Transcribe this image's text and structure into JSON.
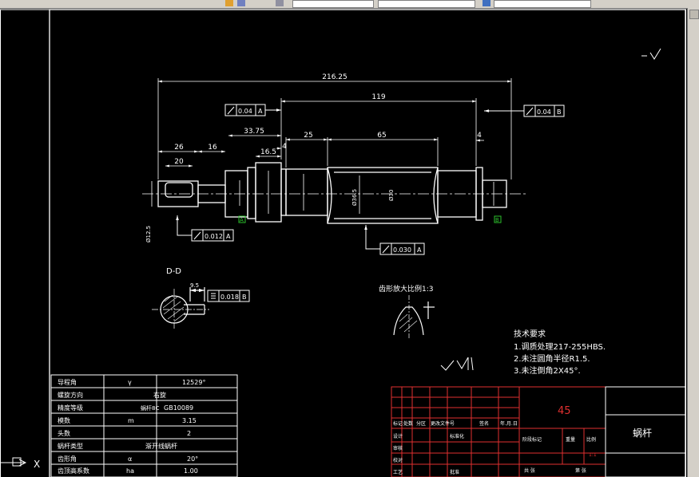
{
  "dims": {
    "overall": "216.25",
    "d119": "119",
    "d33_75": "33.75",
    "d16_5": "16.5",
    "d26": "26",
    "d16": "16",
    "d20": "20",
    "d25": "25",
    "d65": "65",
    "d4a": "4",
    "d4b": "4",
    "dia_thread": "Ø36.5",
    "dia_gear": "Ø30",
    "dia_left": "Ø12.5"
  },
  "tolerances": {
    "tol_top_left": "0.04",
    "tol_top_left_ref": "A",
    "tol_top_right": "0.04",
    "tol_top_right_ref": "B",
    "tol_key": "0.012",
    "tol_key_ref": "A",
    "tol_bottom": "0.030",
    "tol_bottom_ref": "A",
    "tol_dd": "0.018",
    "tol_dd_ref": "B"
  },
  "datums": {
    "a": "A",
    "b": "B"
  },
  "section": {
    "label": "D-D",
    "dim": "9.5",
    "detail_label": "齿形放大比例1:3",
    "cut_label": "D"
  },
  "notes": {
    "title": "技术要求",
    "items": [
      "1.调质处理217-255HBS.",
      "2.未注圆角半径R1.5.",
      "3.未注倒角2X45°."
    ]
  },
  "params": {
    "rows": [
      {
        "label": "导程角",
        "sym": "γ",
        "val": "12529°"
      },
      {
        "label": "螺旋方向",
        "sym": "",
        "val": "右旋"
      },
      {
        "label": "精度等级",
        "sym": "蜗杆8C",
        "val": "GB10089"
      },
      {
        "label": "模数",
        "sym": "m",
        "val": "3.15"
      },
      {
        "label": "头数",
        "sym": "",
        "val": "2"
      },
      {
        "label": "蜗杆类型",
        "sym": "",
        "val": "渐开线蜗杆"
      },
      {
        "label": "齿形角",
        "sym": "α",
        "val": "20°"
      },
      {
        "label": "齿顶高系数",
        "sym": "ha",
        "val": "1.00"
      }
    ]
  },
  "title_block": {
    "material": "45",
    "part_name": "蜗杆",
    "hdr": [
      "标记",
      "处数",
      "分区",
      "更改文件号",
      "签名",
      "年.月.日"
    ],
    "design": "设计",
    "standard": "标准化",
    "check": "审核",
    "process": "工艺",
    "approve": "批准",
    "stage": "阶段标记",
    "weight": "重量",
    "scale": "比例",
    "scale_val": "1:1",
    "sheets": "共 张",
    "sheet_no": "第 张",
    "proofread": "校对"
  },
  "ucs": {
    "x": "X"
  }
}
